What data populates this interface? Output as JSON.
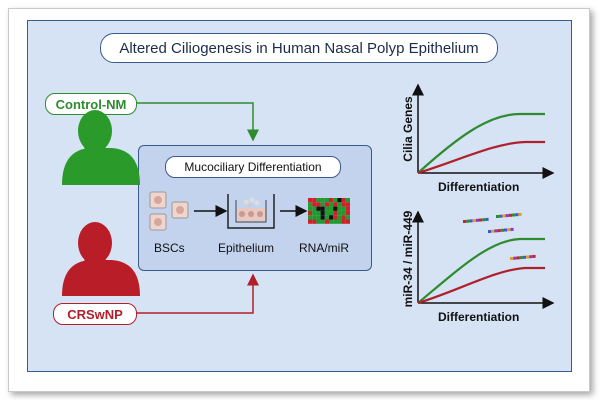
{
  "title": "Altered Ciliogenesis in Human Nasal Polyp Epithelium",
  "groups": {
    "control": "Control-NM",
    "disease": "CRSwNP"
  },
  "process": {
    "title": "Mucociliary Differentiation",
    "steps": [
      "BSCs",
      "Epithelium",
      "RNA/miR"
    ]
  },
  "charts": [
    {
      "ylabel": "Cilia Genes",
      "xlabel": "Differentiation"
    },
    {
      "ylabel": "miR-34 / miR-449",
      "xlabel": "Differentiation"
    }
  ],
  "colors": {
    "control": "#2e8b2e",
    "disease": "#b0202a",
    "frame": "#3a5a8c",
    "panel": "#d6e3f5"
  }
}
